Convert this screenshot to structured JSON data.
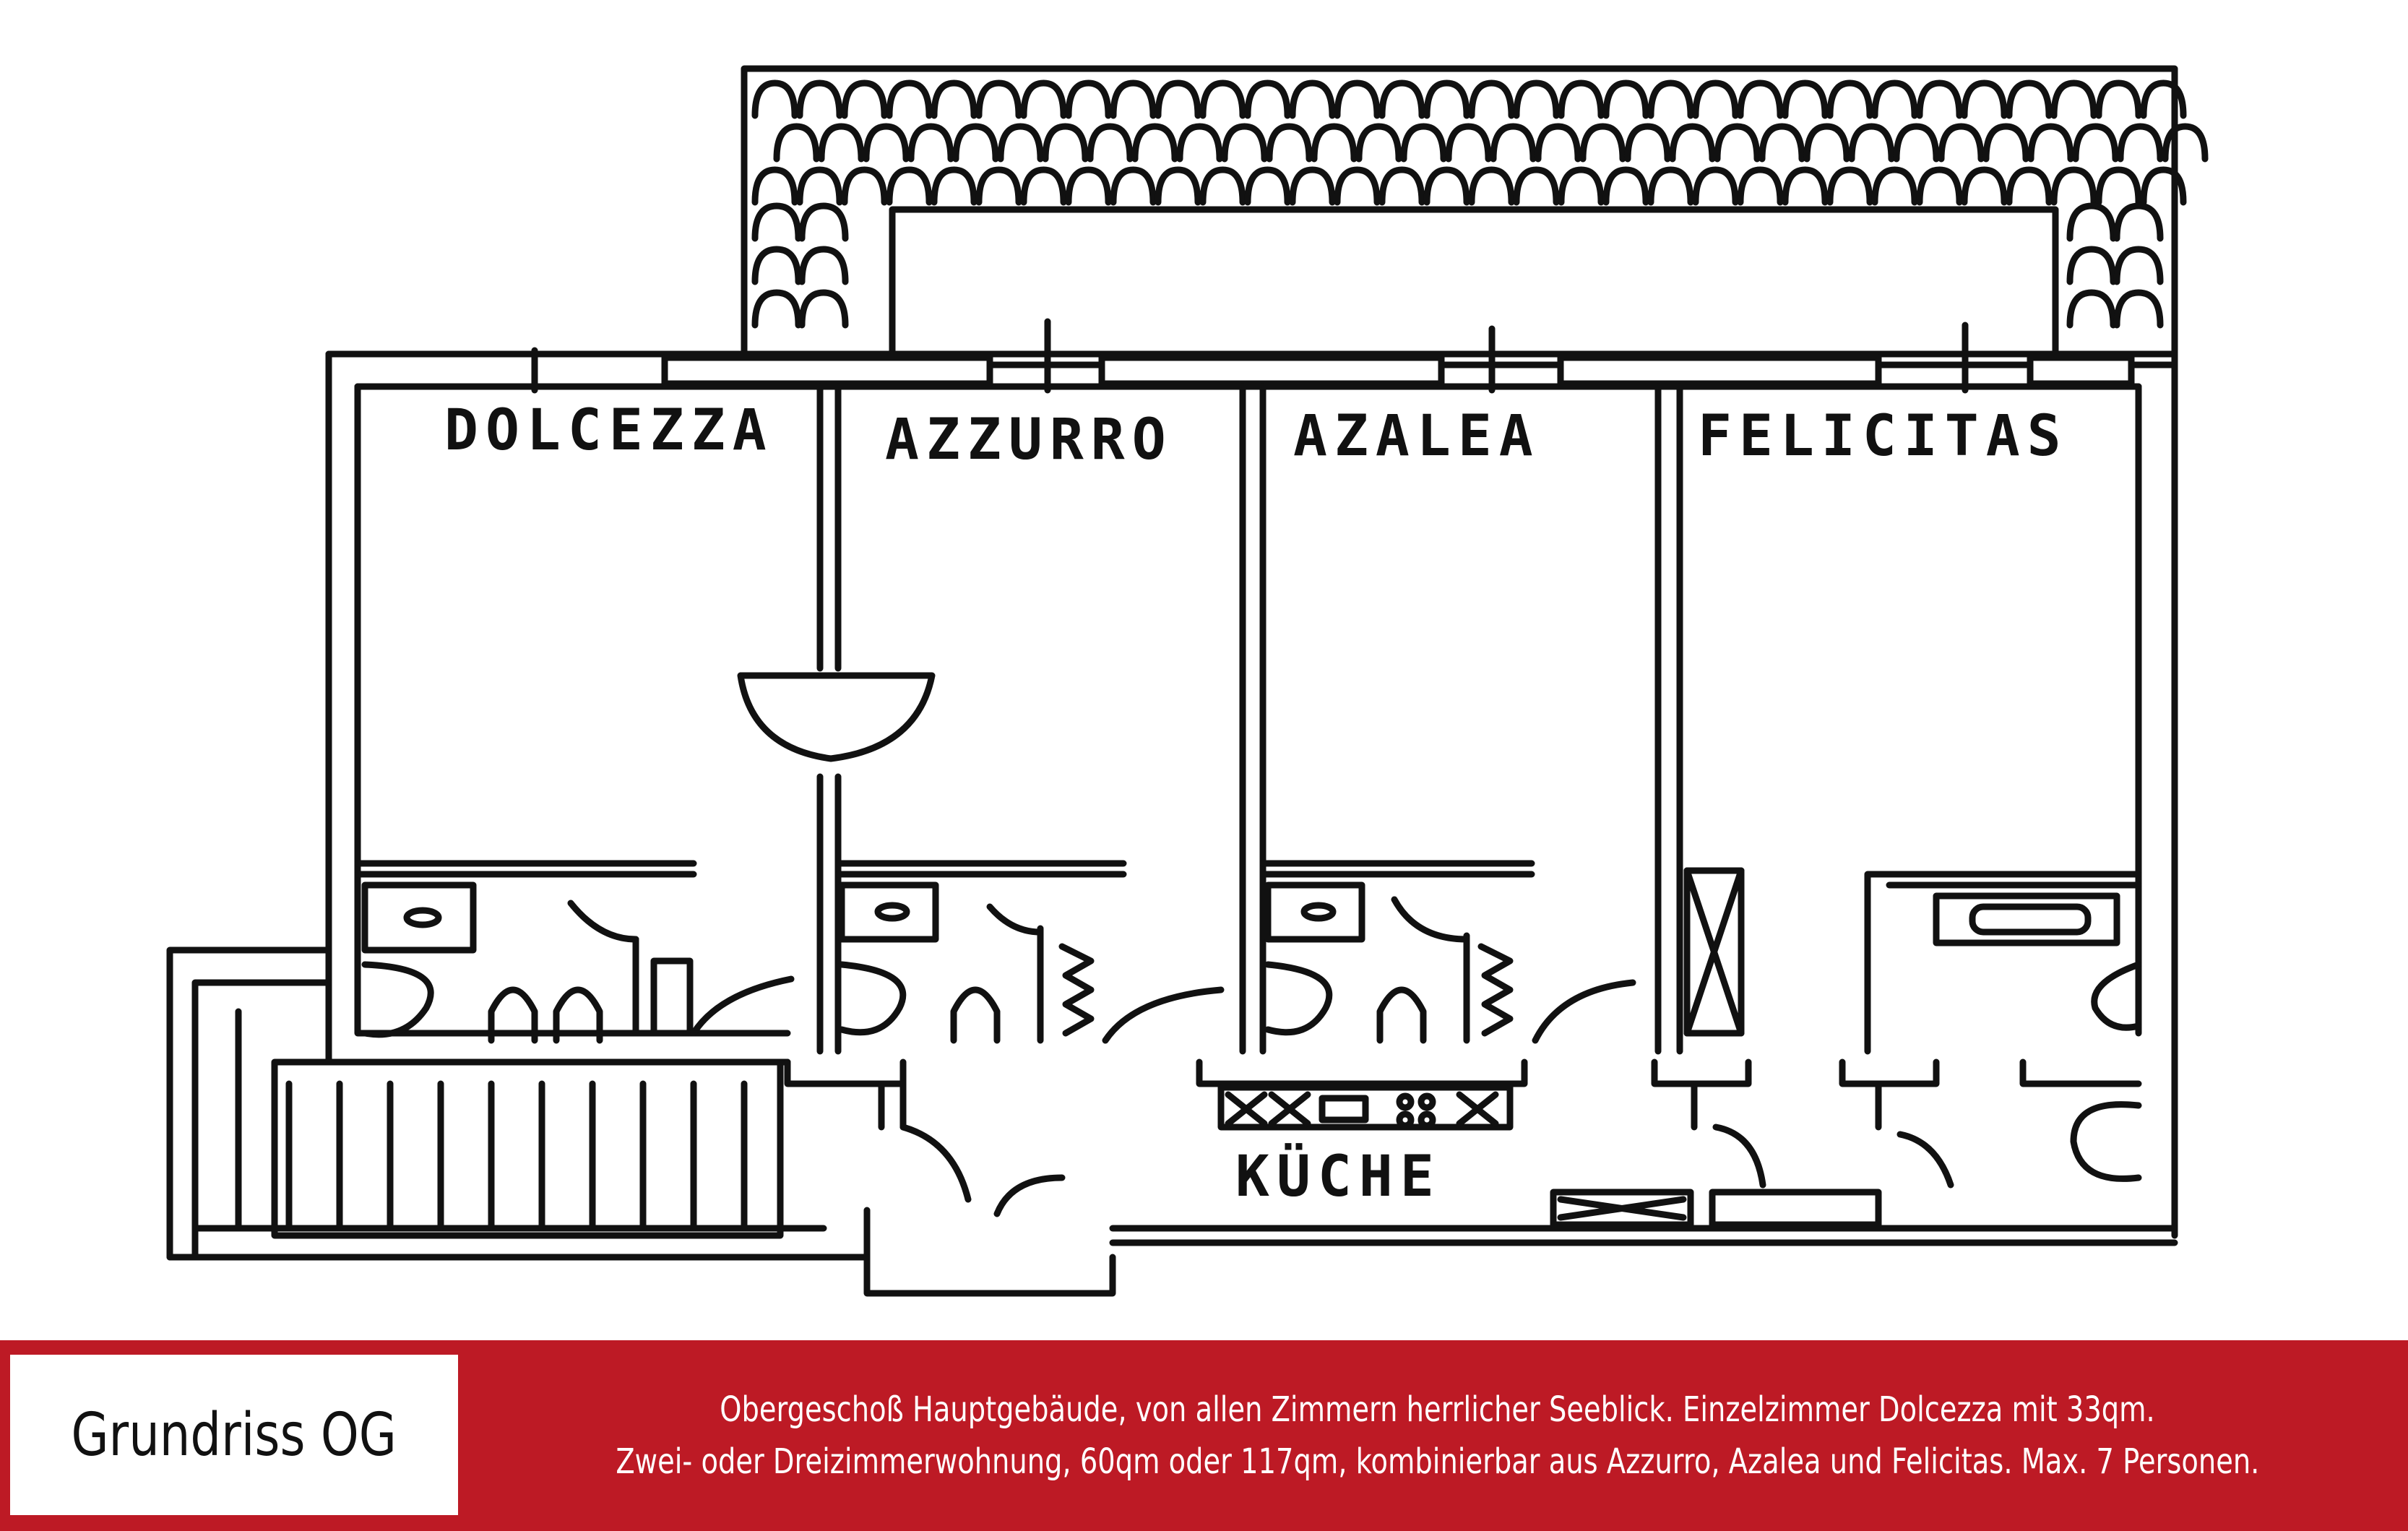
{
  "plan": {
    "rooms": [
      "DOLCEZZA",
      "AZZURRO",
      "AZALEA",
      "FELICITAS"
    ],
    "kitchen": "KÜCHE"
  },
  "footer": {
    "title": "Grundriss OG",
    "line1": "Obergeschoß Hauptgebäude, von allen Zimmern herrlicher Seeblick. Einzelzimmer Dolcezza mit 33qm.",
    "line2": "Zwei- oder Dreizimmerwohnung, 60qm oder 117qm, kombinierbar aus Azzurro, Azalea und Felicitas. Max. 7 Personen."
  }
}
